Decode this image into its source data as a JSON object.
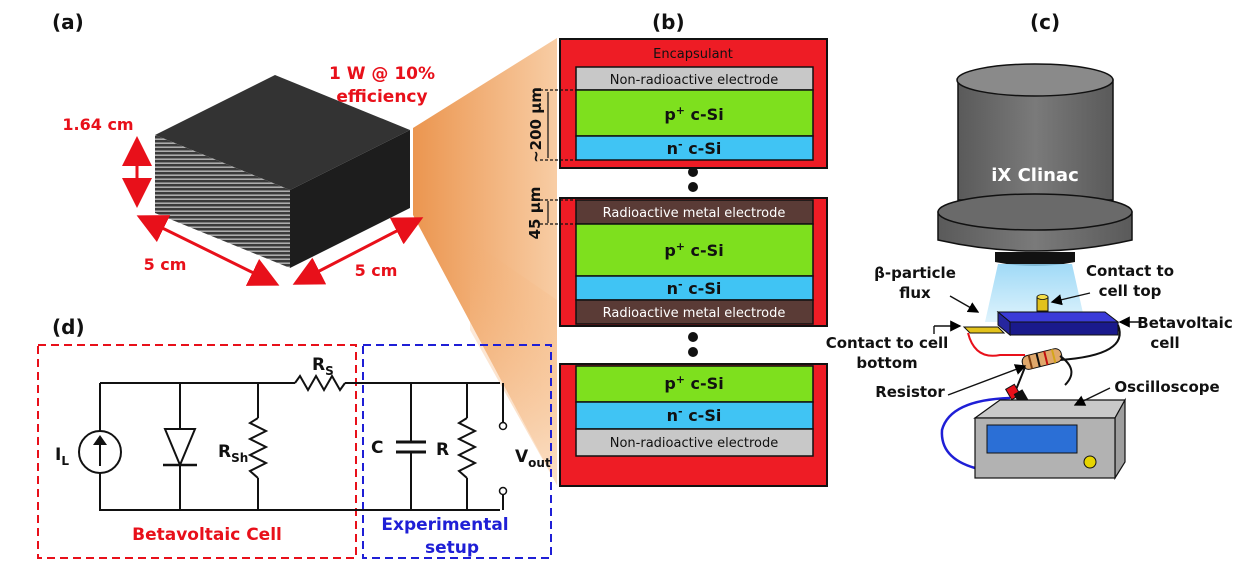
{
  "panel_labels": {
    "a": "(a)",
    "b": "(b)",
    "c": "(c)",
    "d": "(d)"
  },
  "panel_a": {
    "power_line1": "1 W @ 10%",
    "power_line2": "efficiency",
    "height": "1.64 cm",
    "width_left": "5 cm",
    "width_right": "5 cm"
  },
  "panel_b": {
    "encapsulant": "Encapsulant",
    "nonradio_electrode": "Non-radioactive electrode",
    "radio_electrode": "Radioactive metal electrode",
    "p_si": "p",
    "p_sup": "+",
    "si_suffix": " c-Si",
    "n_si": "n",
    "n_sup": "-",
    "dim_200": "~200 μm",
    "dim_45": "45 μm"
  },
  "panel_c": {
    "clinac": "iX Clinac",
    "flux_line1": "β-particle",
    "flux_line2": "flux",
    "top_line1": "Contact to",
    "top_line2": "cell top",
    "cell_line1": "Betavoltaic",
    "cell_line2": "cell",
    "bottom_line1": "Contact to cell",
    "bottom_line2": "bottom",
    "resistor": "Resistor",
    "oscilloscope": "Oscilloscope"
  },
  "panel_d": {
    "IL": "I",
    "IL_sub": "L",
    "RS": "R",
    "RS_sub": "S",
    "RSh": "R",
    "RSh_sub": "Sh",
    "C": "C",
    "R": "R",
    "Vout": "V",
    "Vout_sub": "out",
    "cell_label": "Betavoltaic Cell",
    "setup_line1": "Experimental",
    "setup_line2": "setup"
  },
  "colors": {
    "annotation_red": "#e8101a",
    "annotation_blue": "#1f1fd6",
    "encapsulant": "#ee1c25",
    "p_si": "#7ee01e",
    "n_si": "#40c4f4",
    "radio_electrode": "#5a3b36",
    "nonradio_electrode": "#c8c8c8"
  }
}
